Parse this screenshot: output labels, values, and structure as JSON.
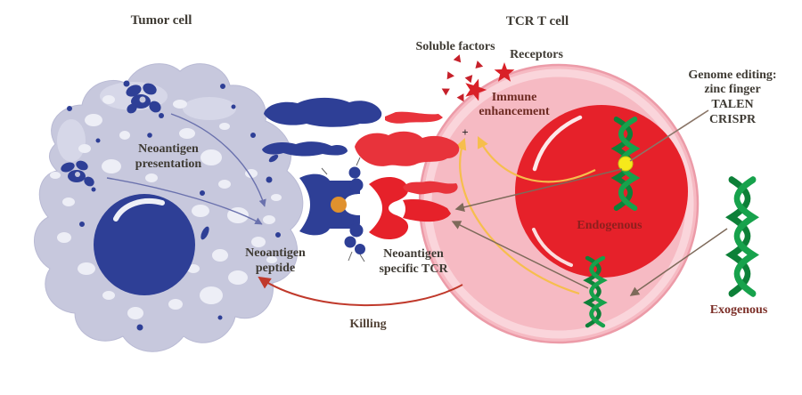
{
  "figure": {
    "tumor_cell_title": "Tumor cell",
    "tcr_t_cell_title": "TCR T cell"
  },
  "labels": {
    "soluble_factors": "Soluble factors",
    "receptors": "Receptors",
    "immune_enhancement": {
      "line1": "Immune",
      "line2": "enhancement"
    },
    "genome_editing": {
      "line1": "Genome editing:",
      "line2": "zinc finger",
      "line3": "TALEN",
      "line4": "CRISPR"
    },
    "neoantigen_presentation": {
      "line1": "Neoantigen",
      "line2": "presentation"
    },
    "neoantigen_peptide": {
      "line1": "Neoantigen",
      "line2": "peptide"
    },
    "neoantigen_specific_tcr": {
      "line1": "Neoantigen",
      "line2": "specific TCR"
    },
    "endogenous": "Endogenous",
    "exogenous": "Exogenous",
    "killing": "Killing",
    "enhancement_plus_sign": "+"
  },
  "colors": {
    "tumor_cell_body": "#c7c8dd",
    "tumor_vacuole": "#edeef6",
    "tumor_nucleus_blue": "#2e3f96",
    "t_cell_body": "#f6bac3",
    "t_cell_outline": "#ec9ba8",
    "t_cell_nucleus_red": "#e6212a",
    "molecule_red": "#e8333b",
    "receptor_red": "#d92027",
    "soluble_factor_red": "#c6202a",
    "dna_green_dark": "#0d8038",
    "dna_green_light": "#17a24c",
    "peptide_orange": "#e0912e",
    "edit_site_yellow": "#f6e91b",
    "signal_arrow_yellow": "#f6be4d",
    "killing_arrow_red": "#c0392b",
    "pointer_arrow_brown": "#7e6a5a",
    "presentation_arrow_blue": "#6a71ad",
    "label_dark": "#3f3b34",
    "label_maroon": "#842420"
  },
  "icons": {
    "dna_helix": "double-helix-icon",
    "receptor": "star-icon",
    "soluble_factor": "triangle-icon",
    "edit_site": "yellow-dot-icon"
  }
}
